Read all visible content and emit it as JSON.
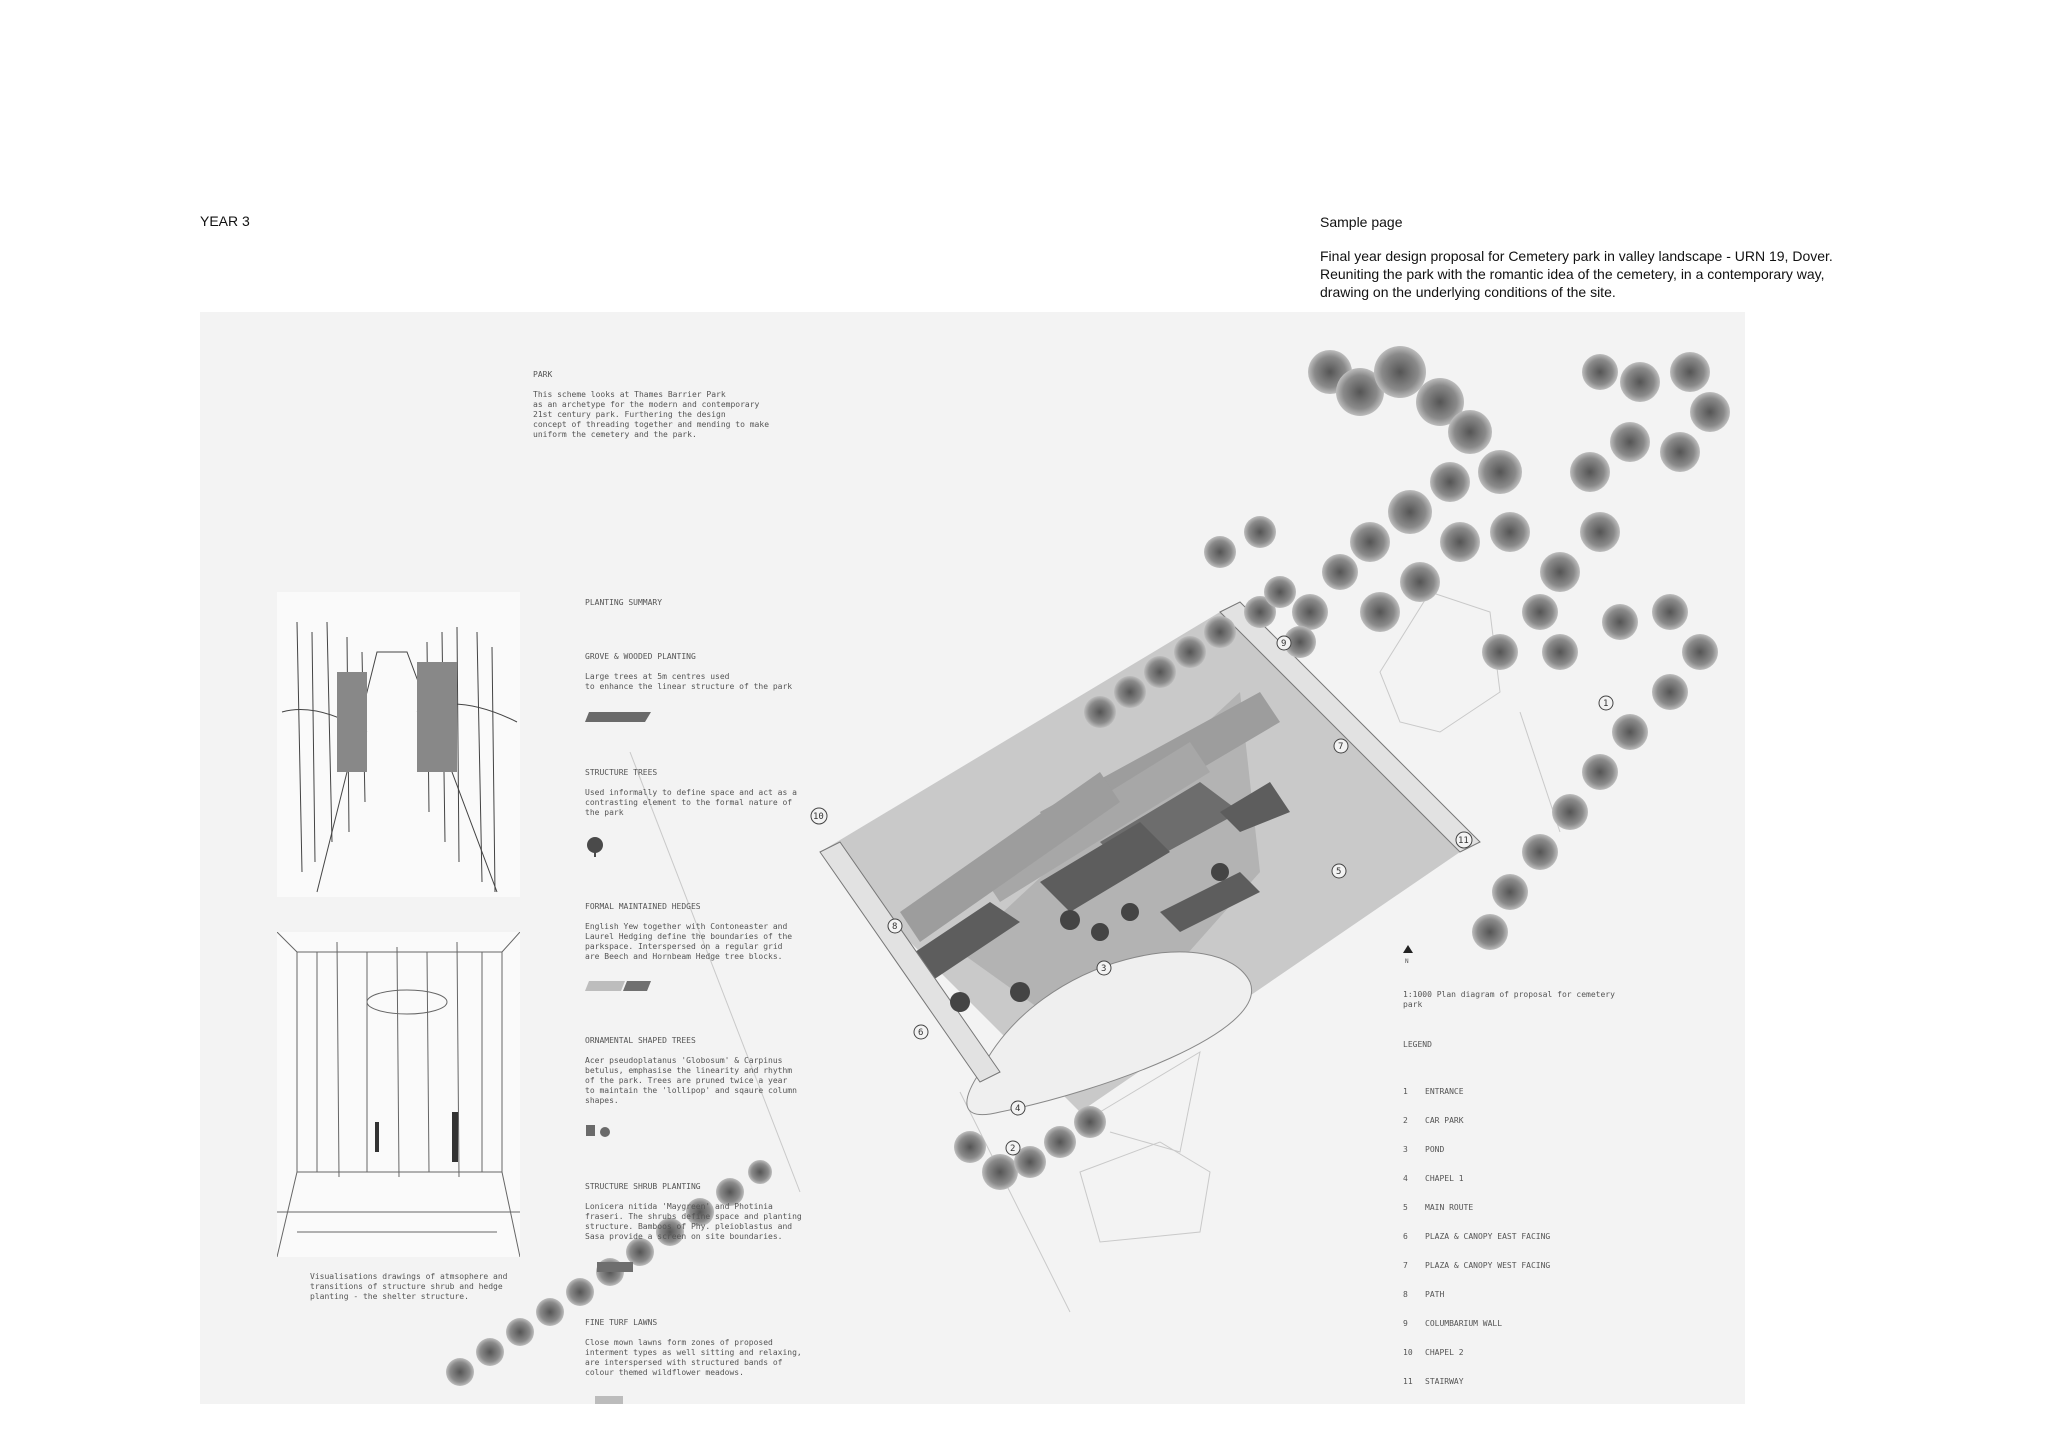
{
  "header": {
    "year": "YEAR 3",
    "sample_label": "Sample page",
    "description_lines": [
      "Final year design proposal for Cemetery park in valley landscape - URN 19, Dover.",
      "Reuniting the park with the romantic idea of the cemetery, in a contemporary way,",
      "drawing on the underlying conditions of the site."
    ]
  },
  "park_intro": {
    "heading": "PARK",
    "text": "    This scheme looks at Thames Barrier Park\nas an archetype for the modern and contemporary\n21st century park. Furthering the design\nconcept of threading together and mending to make\nuniform the cemetery and the park."
  },
  "planting_summary": {
    "heading": "PLANTING SUMMARY",
    "items": [
      {
        "title": "GROVE & WOODED PLANTING",
        "text": "Large trees at 5m centres used\nto enhance the linear structure of the park"
      },
      {
        "title": "STRUCTURE TREES",
        "text": "Used informally to define space and act as a\ncontrasting element to the formal nature of\nthe park"
      },
      {
        "title": "FORMAL MAINTAINED HEDGES",
        "text": "English Yew together with Contoneaster and\nLaurel Hedging define the boundaries of the\nparkspace. Interspersed on a regular grid\nare Beech and Hornbeam Hedge tree blocks."
      },
      {
        "title": "ORNAMENTAL SHAPED TREES",
        "text": "Acer pseudoplatanus 'Globosum' & Carpinus\nbetulus, emphasise the linearity and rhythm\nof the park. Trees are pruned twice a year\nto maintain the 'lollipop' and sqaure column\nshapes."
      },
      {
        "title": "STRUCTURE SHRUB PLANTING",
        "text": "Lonicera nitida 'Maygreen' and Photinia\nfraseri. The shrubs define space and planting\nstructure. Bamboos of Phy. pleioblastus and\nSasa provide a screen on site boundaries."
      },
      {
        "title": "FINE TURF LAWNS",
        "text": "Close mown lawns form zones of proposed\ninterment types as well sitting and relaxing,\nare interspersed with structured bands of\ncolour themed wildflower meadows."
      }
    ]
  },
  "sketch_caption": "Visualisations drawings of atmsophere and\ntransitions of structure shrub and hedge\nplanting - the shelter structure.",
  "plan": {
    "north_label": "N",
    "caption": "1:1000 Plan diagram of proposal for cemetery\npark",
    "legend_heading": "LEGEND",
    "legend": [
      {
        "num": "1",
        "label": "ENTRANCE"
      },
      {
        "num": "2",
        "label": "CAR PARK"
      },
      {
        "num": "3",
        "label": "POND"
      },
      {
        "num": "4",
        "label": "CHAPEL 1"
      },
      {
        "num": "5",
        "label": "MAIN ROUTE"
      },
      {
        "num": "6",
        "label": "PLAZA & CANOPY EAST FACING"
      },
      {
        "num": "7",
        "label": "PLAZA & CANOPY WEST FACING"
      },
      {
        "num": "8",
        "label": "PATH"
      },
      {
        "num": "9",
        "label": "COLUMBARIUM WALL"
      },
      {
        "num": "10",
        "label": "CHAPEL 2"
      },
      {
        "num": "11",
        "label": "STAIRWAY"
      }
    ],
    "markers": [
      "1",
      "2",
      "3",
      "4",
      "5",
      "6",
      "7",
      "8",
      "9",
      "10",
      "11"
    ]
  }
}
